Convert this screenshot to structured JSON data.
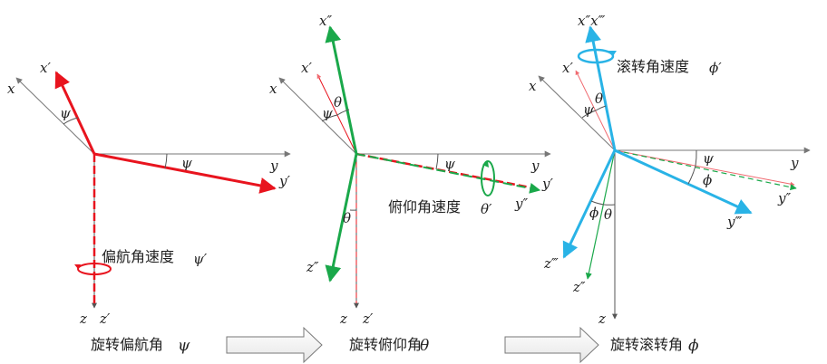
{
  "panel1": {
    "axis_x": "x",
    "axis_y": "y",
    "axis_z": "z",
    "axis_x1": "x′",
    "axis_y1": "y′",
    "axis_z1": "z′",
    "angle_psi": "ψ",
    "rate_label": "偏航角速度",
    "rate_symbol": "ψ′",
    "caption": "旋转偏航角",
    "caption_symbol": "ψ"
  },
  "panel2": {
    "axis_x": "x",
    "axis_y": "y",
    "axis_z": "z",
    "axis_x1": "x′",
    "axis_y1": "y′",
    "axis_z1": "z′",
    "axis_x2": "x″",
    "axis_y2": "y″",
    "axis_z2": "z″",
    "angle_psi": "ψ",
    "angle_theta": "θ",
    "rate_label": "俯仰角速度",
    "rate_symbol": "θ′",
    "caption": "旋转俯仰角",
    "caption_symbol": "θ"
  },
  "panel3": {
    "axis_x": "x",
    "axis_y": "y",
    "axis_z": "z",
    "axis_x1": "x′",
    "axis_y2": "y″",
    "axis_z2": "z″",
    "axis_x23": "x″x‴",
    "axis_y3": "y‴",
    "axis_z3": "z‴",
    "angle_psi": "ψ",
    "angle_theta": "θ",
    "angle_phi": "ϕ",
    "rate_label": "滚转角速度",
    "rate_symbol": "ϕ′",
    "caption": "旋转滚转角",
    "caption_symbol": "ϕ"
  },
  "colors": {
    "base_axes": "#777777",
    "red": "#e8141e",
    "green": "#1aa84a",
    "cyan": "#29b3e6"
  }
}
